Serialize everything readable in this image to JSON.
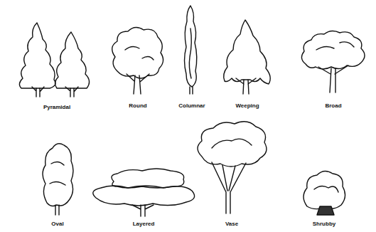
{
  "diagram": {
    "labels": [
      "Pyramidal",
      "Round",
      "Columnar",
      "Weeping",
      "Broad",
      "Oval",
      "Layered",
      "Vase",
      "Shrubby"
    ]
  }
}
